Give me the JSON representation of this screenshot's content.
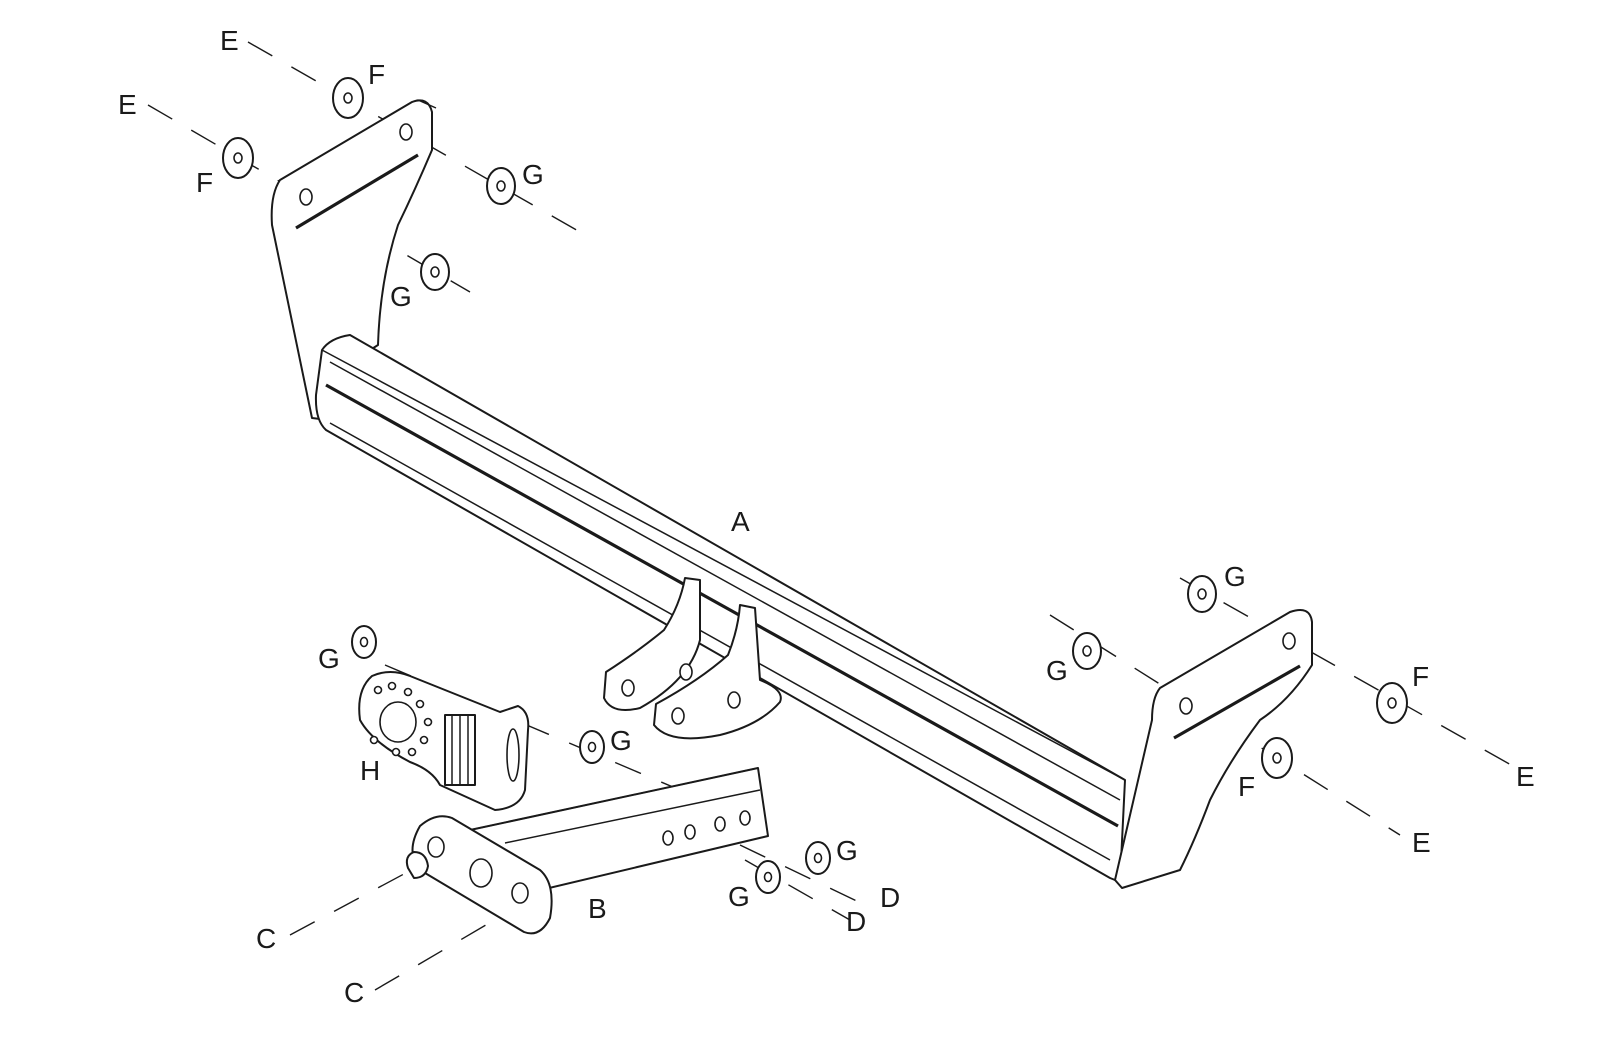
{
  "labels": {
    "crossbar": "A",
    "drawbar": "B",
    "bolt": "C",
    "nut": "D",
    "screw": "E",
    "washer_large": "F",
    "washer_small": "G",
    "socket_plate": "H"
  },
  "colors": {
    "ink": "#1a1a1a",
    "background": "#ffffff"
  }
}
